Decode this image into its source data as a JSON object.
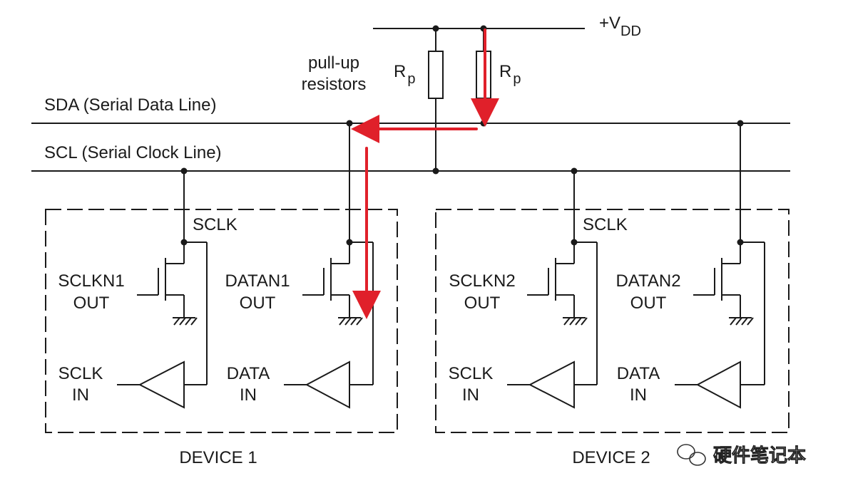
{
  "supply": {
    "plus": "+",
    "v": "V",
    "sub": "DD"
  },
  "resistor": {
    "r": "R",
    "sub": "p"
  },
  "pullup": {
    "line1": "pull-up",
    "line2": "resistors"
  },
  "lines": {
    "sda": "SDA (Serial Data Line)",
    "scl": "SCL (Serial Clock Line)"
  },
  "device1": {
    "name": "DEVICE 1",
    "sclk": "SCLK",
    "sclk_out": [
      "SCLKN1",
      "OUT"
    ],
    "data_out": [
      "DATAN1",
      "OUT"
    ],
    "sclk_in": [
      "SCLK",
      "IN"
    ],
    "data_in": [
      "DATA",
      "IN"
    ]
  },
  "device2": {
    "name": "DEVICE 2",
    "sclk": "SCLK",
    "sclk_out": [
      "SCLKN2",
      "OUT"
    ],
    "data_out": [
      "DATAN2",
      "OUT"
    ],
    "sclk_in": [
      "SCLK",
      "IN"
    ],
    "data_in": [
      "DATA",
      "IN"
    ]
  },
  "watermark": "硬件笔记本",
  "colors": {
    "wire": "#1a1a1a",
    "current_flow": "#e0202a"
  }
}
